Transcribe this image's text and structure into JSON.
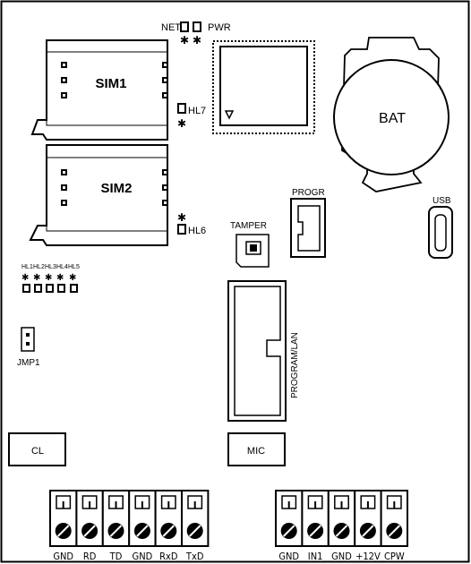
{
  "board": {
    "sim1": "SIM1",
    "sim2": "SIM2",
    "bat": "BAT",
    "net": "NET",
    "pwr": "PWR",
    "hl7": "HL7",
    "hl6": "HL6",
    "tamper": "TAMPER",
    "progr": "PROGR",
    "usb": "USB",
    "hl_group": [
      "HL1",
      "HL2",
      "HL3",
      "HL4",
      "HL5"
    ],
    "jmp1": "JMP1",
    "program_lan": "PROGRAM/LAN",
    "cl": "CL",
    "mic": "MIC"
  },
  "terminals_left": [
    "GND",
    "RD",
    "TD",
    "GND",
    "RxD",
    "TxD"
  ],
  "terminals_right": [
    "GND",
    "IN1",
    "GND",
    "+12V",
    "CPW"
  ]
}
